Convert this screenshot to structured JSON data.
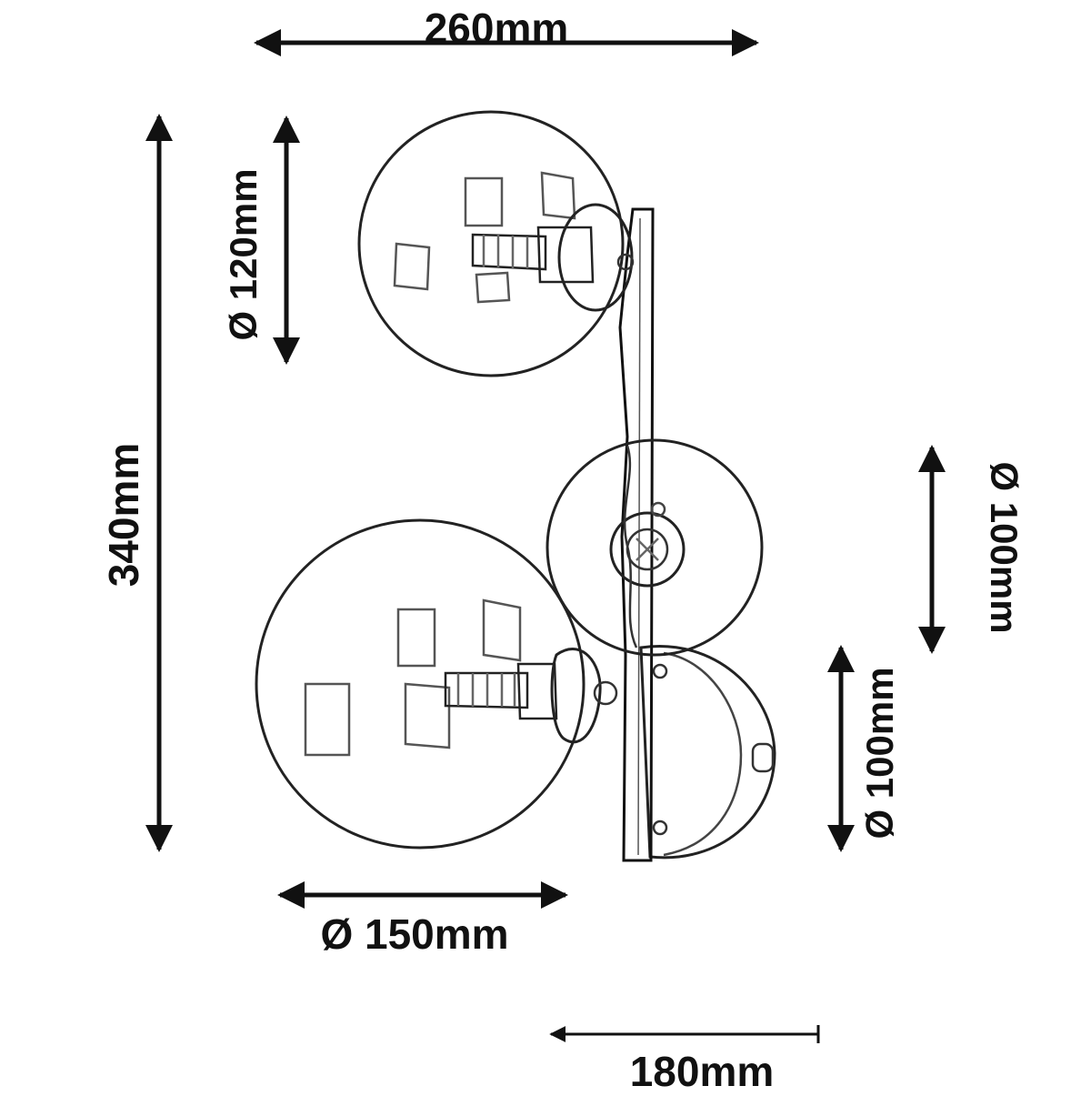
{
  "dimensions": {
    "width_total": "260mm",
    "height_total": "340mm",
    "upper_globe_diameter": "Ø 120mm",
    "middle_globe_diameter": "Ø 100mm",
    "wall_plate_diameter": "Ø 100mm",
    "lower_globe_diameter": "Ø 150mm",
    "depth": "180mm"
  },
  "colors": {
    "line": "#111111",
    "background": "#ffffff",
    "sketch": "#555555"
  }
}
